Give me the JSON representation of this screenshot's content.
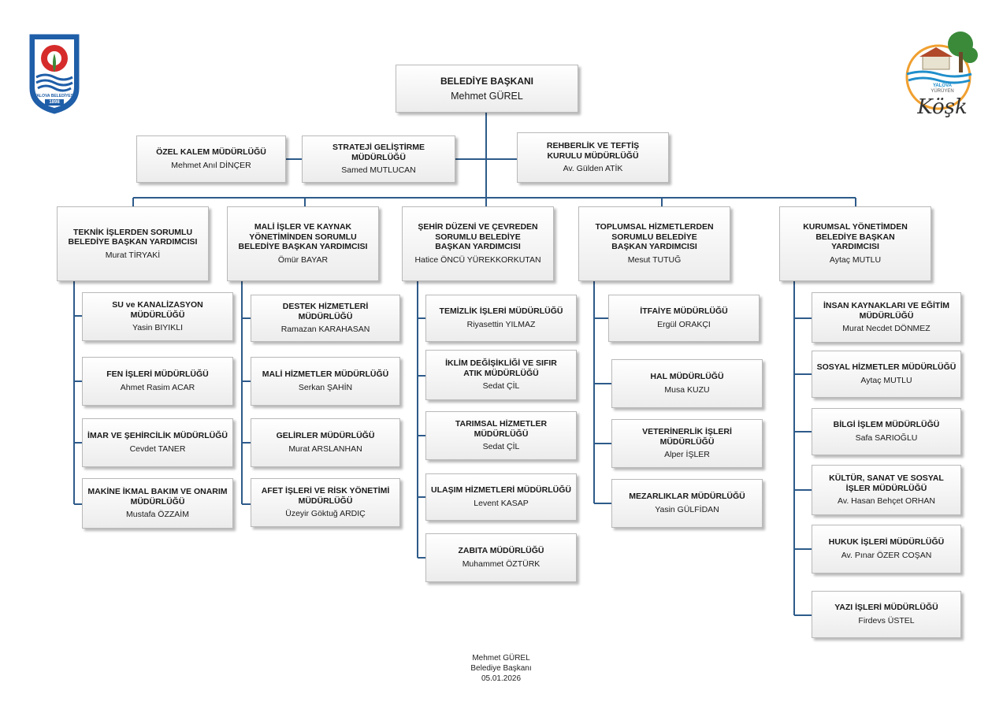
{
  "mayor": {
    "title": "BELEDİYE BAŞKANI",
    "name": "Mehmet GÜREL"
  },
  "staff": [
    {
      "id": "ozel-kalem",
      "title": "ÖZEL KALEM MÜDÜRLÜĞÜ",
      "name": "Mehmet Anıl DİNÇER"
    },
    {
      "id": "strateji",
      "title": "STRATEJİ GELİŞTİRME MÜDÜRLÜĞÜ",
      "name": "Samed MUTLUCAN"
    },
    {
      "id": "rehberlik",
      "title": "REHBERLİK VE TEFTİŞ KURULU MÜDÜRLÜĞÜ",
      "name": "Av. Gülden ATİK"
    }
  ],
  "deputies": [
    {
      "title": "TEKNİK İŞLERDEN SORUMLU BELEDİYE BAŞKAN YARDIMCISI",
      "name": "Murat TİRYAKİ",
      "units": [
        {
          "title": "SU ve KANALİZASYON MÜDÜRLÜĞÜ",
          "name": "Yasin BIYIKLI"
        },
        {
          "title": "FEN İŞLERİ MÜDÜRLÜĞÜ",
          "name": "Ahmet Rasim ACAR"
        },
        {
          "title": "İMAR VE ŞEHİRCİLİK MÜDÜRLÜĞÜ",
          "name": "Cevdet TANER"
        },
        {
          "title": "MAKİNE İKMAL BAKIM VE ONARIM MÜDÜRLÜĞÜ",
          "name": "Mustafa ÖZZAİM"
        }
      ]
    },
    {
      "title": "MALİ İŞLER VE KAYNAK YÖNETİMİNDEN SORUMLU BELEDİYE BAŞKAN YARDIMCISI",
      "name": "Ömür BAYAR",
      "units": [
        {
          "title": "DESTEK HİZMETLERİ MÜDÜRLÜĞÜ",
          "name": "Ramazan KARAHASAN"
        },
        {
          "title": "MALİ HİZMETLER MÜDÜRLÜĞÜ",
          "name": "Serkan ŞAHİN"
        },
        {
          "title": "GELİRLER MÜDÜRLÜĞÜ",
          "name": "Murat ARSLANHAN"
        },
        {
          "title": "AFET İŞLERİ VE RİSK YÖNETİMİ MÜDÜRLÜĞÜ",
          "name": "Üzeyir Göktuğ ARDIÇ"
        }
      ]
    },
    {
      "title": "ŞEHİR DÜZENİ VE ÇEVREDEN SORUMLU BELEDİYE BAŞKAN YARDIMCISI",
      "name": "Hatice ÖNCÜ YÜREKKORKUTAN",
      "units": [
        {
          "title": "TEMİZLİK İŞLERİ MÜDÜRLÜĞÜ",
          "name": "Riyasettin YILMAZ"
        },
        {
          "title": "İKLİM DEĞİŞİKLİĞİ VE SIFIR ATIK MÜDÜRLÜĞÜ",
          "name": "Sedat ÇİL"
        },
        {
          "title": "TARIMSAL HİZMETLER MÜDÜRLÜĞÜ",
          "name": "Sedat ÇİL"
        },
        {
          "title": "ULAŞIM HİZMETLERİ MÜDÜRLÜĞÜ",
          "name": "Levent KASAP"
        },
        {
          "title": "ZABITA MÜDÜRLÜĞÜ",
          "name": "Muhammet ÖZTÜRK"
        }
      ]
    },
    {
      "title": "TOPLUMSAL HİZMETLERDEN SORUMLU BELEDİYE BAŞKAN YARDIMCISI",
      "name": "Mesut TUTUĞ",
      "units": [
        {
          "title": "İTFAİYE MÜDÜRLÜĞÜ",
          "name": "Ergül ORAKÇI"
        },
        {
          "title": "HAL MÜDÜRLÜĞÜ",
          "name": "Musa KUZU"
        },
        {
          "title": "VETERİNERLİK İŞLERİ MÜDÜRLÜĞÜ",
          "name": "Alper İŞLER"
        },
        {
          "title": "MEZARLIKLAR MÜDÜRLÜĞÜ",
          "name": "Yasin GÜLFİDAN"
        }
      ]
    },
    {
      "title": "KURUMSAL YÖNETİMDEN BELEDİYE BAŞKAN YARDIMCISI",
      "name": "Aytaç MUTLU",
      "units": [
        {
          "title": "İNSAN KAYNAKLARI VE EĞİTİM MÜDÜRLÜĞÜ",
          "name": "Murat Necdet DÖNMEZ"
        },
        {
          "title": "SOSYAL HİZMETLER MÜDÜRLÜĞÜ",
          "name": "Aytaç MUTLU"
        },
        {
          "title": "BİLGİ İŞLEM MÜDÜRLÜĞÜ",
          "name": "Safa SARIOĞLU"
        },
        {
          "title": "KÜLTÜR, SANAT VE SOSYAL İŞLER MÜDÜRLÜĞÜ",
          "name": "Av. Hasan Behçet ORHAN"
        },
        {
          "title": "HUKUK İŞLERİ MÜDÜRLÜĞÜ",
          "name": "Av. Pınar ÖZER COŞAN"
        },
        {
          "title": "YAZI İŞLERİ MÜDÜRLÜĞÜ",
          "name": "Firdevs ÜSTEL"
        }
      ]
    }
  ],
  "footer": {
    "name": "Mehmet GÜREL",
    "role": "Belediye Başkanı",
    "date": "05.01.2026"
  },
  "logos": {
    "left": {
      "ring_text": "YALOVA BELEDİYESİ",
      "year": "1898"
    },
    "right": {
      "text_top": "YALOVA",
      "text_mid": "YÜRÜYEN",
      "text_bottom": "Köşk"
    }
  },
  "colors": {
    "line": "#2e5b8a",
    "box_border": "#b9b9b9",
    "logo_blue": "#1f5ea8",
    "logo_red": "#d62b2b",
    "logo_green": "#3a8a3a"
  }
}
